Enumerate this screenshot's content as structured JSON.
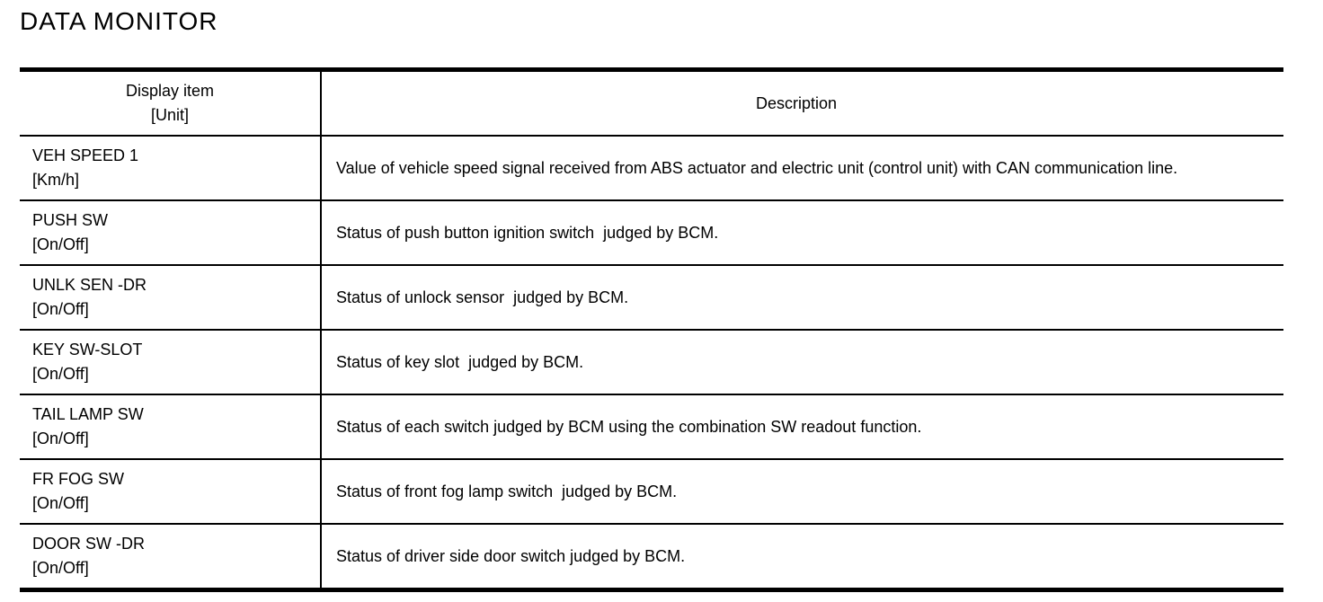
{
  "page": {
    "title": "DATA MONITOR"
  },
  "table": {
    "header": {
      "display_item_line1": "Display item",
      "display_item_line2": "[Unit]",
      "description": "Description"
    },
    "rows": [
      {
        "item": "VEH SPEED 1",
        "unit": "[Km/h]",
        "description": "Value of vehicle speed signal received from ABS actuator and electric unit (control unit) with CAN communication line."
      },
      {
        "item": "PUSH SW",
        "unit": "[On/Off]",
        "description": "Status of push button ignition switch  judged by BCM."
      },
      {
        "item": "UNLK SEN -DR",
        "unit": "[On/Off]",
        "description": "Status of unlock sensor  judged by BCM."
      },
      {
        "item": "KEY SW-SLOT",
        "unit": "[On/Off]",
        "description": "Status of key slot  judged by BCM."
      },
      {
        "item": "TAIL LAMP SW",
        "unit": "[On/Off]",
        "description": "Status of each switch judged by BCM using the combination SW readout function."
      },
      {
        "item": "FR FOG SW",
        "unit": "[On/Off]",
        "description": "Status of front fog lamp switch  judged by BCM."
      },
      {
        "item": "DOOR SW -DR",
        "unit": "[On/Off]",
        "description": "Status of driver side door switch judged by BCM."
      }
    ]
  },
  "colors": {
    "text": "#000000",
    "background": "#ffffff",
    "border": "#000000"
  }
}
